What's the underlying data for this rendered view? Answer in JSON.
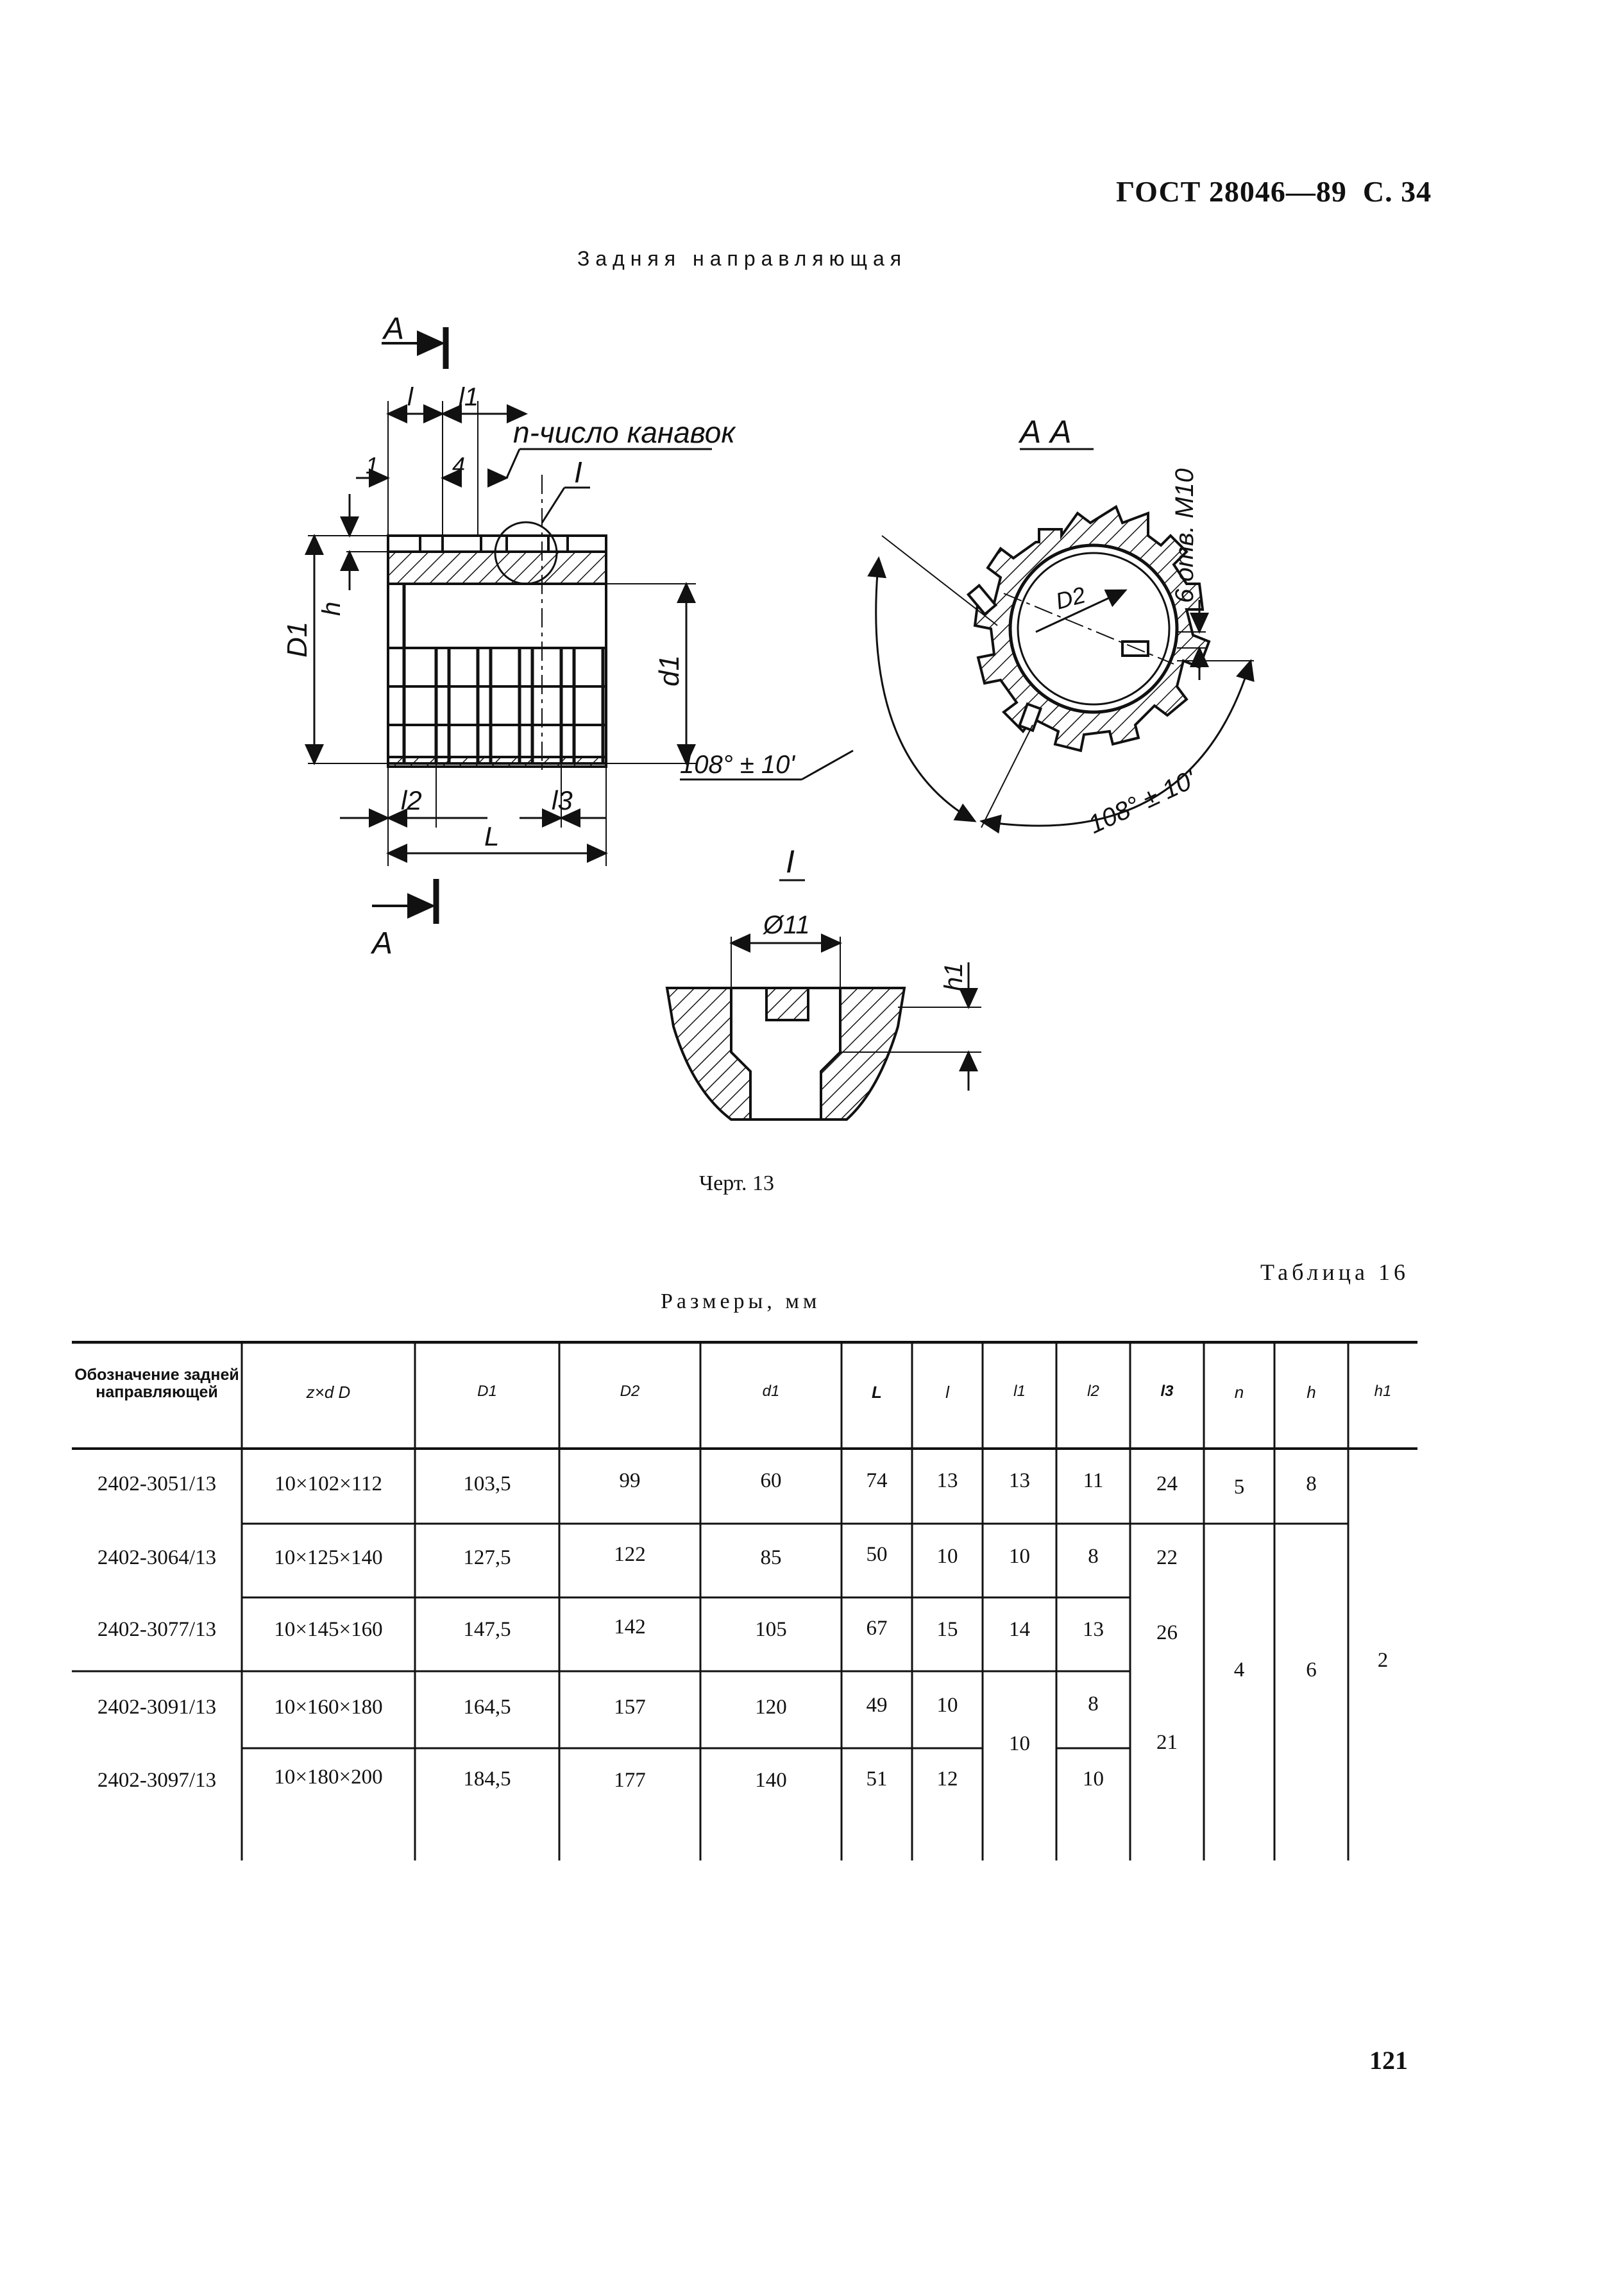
{
  "header": {
    "standard": "ГОСТ 28046—89",
    "page_ref": "С. 34"
  },
  "drawing_title": "Задняя направляющая",
  "drawing_labels": {
    "section_mark": "А",
    "section_title": "А А",
    "grooves_note": "n-число канавок",
    "detail_mark": "I",
    "dim_l": "l",
    "dim_l1": "l1",
    "dim_1": "1",
    "dim_4": "4",
    "dim_h": "h",
    "dim_D1": "D1",
    "dim_d1": "d1",
    "dim_l2": "l2",
    "dim_l3": "l3",
    "dim_L": "L",
    "dim_D2": "D2",
    "holes_note": "6 отв. М10",
    "angle_1": "108° ± 10'",
    "angle_2": "108° ± 10'",
    "dim_diam": "Ø11",
    "dim_h1": "h1"
  },
  "caption": "Черт. 13",
  "table_number": "Таблица 16",
  "table_units": "Размеры, мм",
  "table": {
    "headers": [
      "Обозначение задней направляющей",
      "z×d D",
      "D1",
      "D2",
      "d1",
      "L",
      "l",
      "l1",
      "l2",
      "l3",
      "n",
      "h",
      "h1"
    ],
    "rows": [
      [
        "2402-3051/13",
        "10×102×112",
        "103,5",
        "99",
        "60",
        "74",
        "13",
        "13",
        "11",
        "24"
      ],
      [
        "2402-3064/13",
        "10×125×140",
        "127,5",
        "122",
        "85",
        "50",
        "10",
        "10",
        "8",
        "22"
      ],
      [
        "2402-3077/13",
        "10×145×160",
        "147,5",
        "142",
        "105",
        "67",
        "15",
        "14",
        "13",
        "26"
      ],
      [
        "2402-3091/13",
        "10×160×180",
        "164,5",
        "157",
        "120",
        "49",
        "10",
        "",
        "8",
        ""
      ],
      [
        "2402-3097/13",
        "10×180×200",
        "184,5",
        "177",
        "140",
        "51",
        "12",
        "",
        "10",
        ""
      ]
    ],
    "merged": {
      "l1_rows_4_5": "10",
      "l3_rows_4_5": "21",
      "n_row_1": "5",
      "h_row_1": "8",
      "n_rows_2_5": "4",
      "h_rows_2_5": "6",
      "h1_all": "2"
    }
  },
  "page_number": "121"
}
